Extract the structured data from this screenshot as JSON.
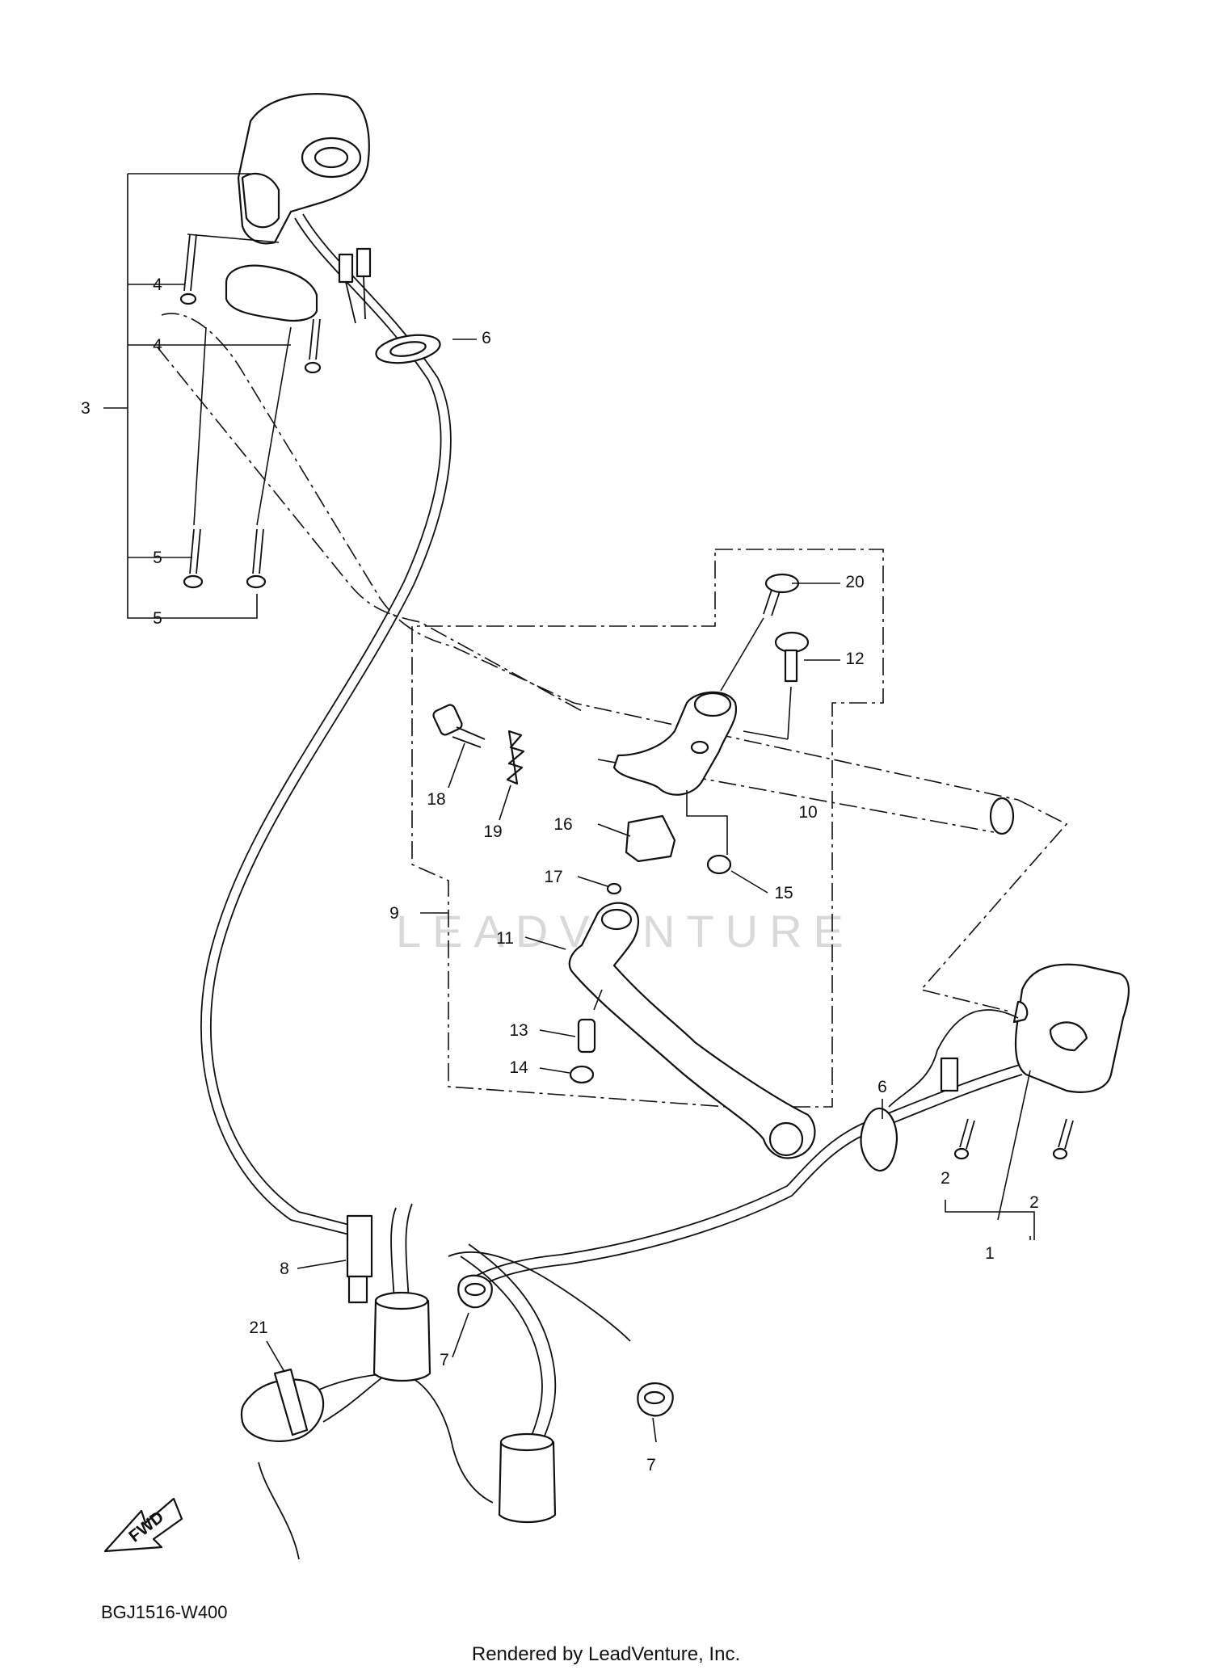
{
  "diagram": {
    "callouts": [
      {
        "id": "c1",
        "label": "1"
      },
      {
        "id": "c2a",
        "label": "2"
      },
      {
        "id": "c2b",
        "label": "2"
      },
      {
        "id": "c3",
        "label": "3"
      },
      {
        "id": "c4a",
        "label": "4"
      },
      {
        "id": "c4b",
        "label": "4"
      },
      {
        "id": "c5a",
        "label": "5"
      },
      {
        "id": "c5b",
        "label": "5"
      },
      {
        "id": "c6a",
        "label": "6"
      },
      {
        "id": "c6b",
        "label": "6"
      },
      {
        "id": "c7a",
        "label": "7"
      },
      {
        "id": "c7b",
        "label": "7"
      },
      {
        "id": "c8",
        "label": "8"
      },
      {
        "id": "c9",
        "label": "9"
      },
      {
        "id": "c10",
        "label": "10"
      },
      {
        "id": "c11",
        "label": "11"
      },
      {
        "id": "c12",
        "label": "12"
      },
      {
        "id": "c13",
        "label": "13"
      },
      {
        "id": "c14",
        "label": "14"
      },
      {
        "id": "c15",
        "label": "15"
      },
      {
        "id": "c16",
        "label": "16"
      },
      {
        "id": "c17",
        "label": "17"
      },
      {
        "id": "c18",
        "label": "18"
      },
      {
        "id": "c19",
        "label": "19"
      },
      {
        "id": "c20",
        "label": "20"
      },
      {
        "id": "c21",
        "label": "21"
      }
    ],
    "fwd_label": "FWD",
    "diagram_code": "BGJ1516-W400",
    "watermark": "LEADVENTURE",
    "credit": "Rendered by LeadVenture, Inc."
  }
}
